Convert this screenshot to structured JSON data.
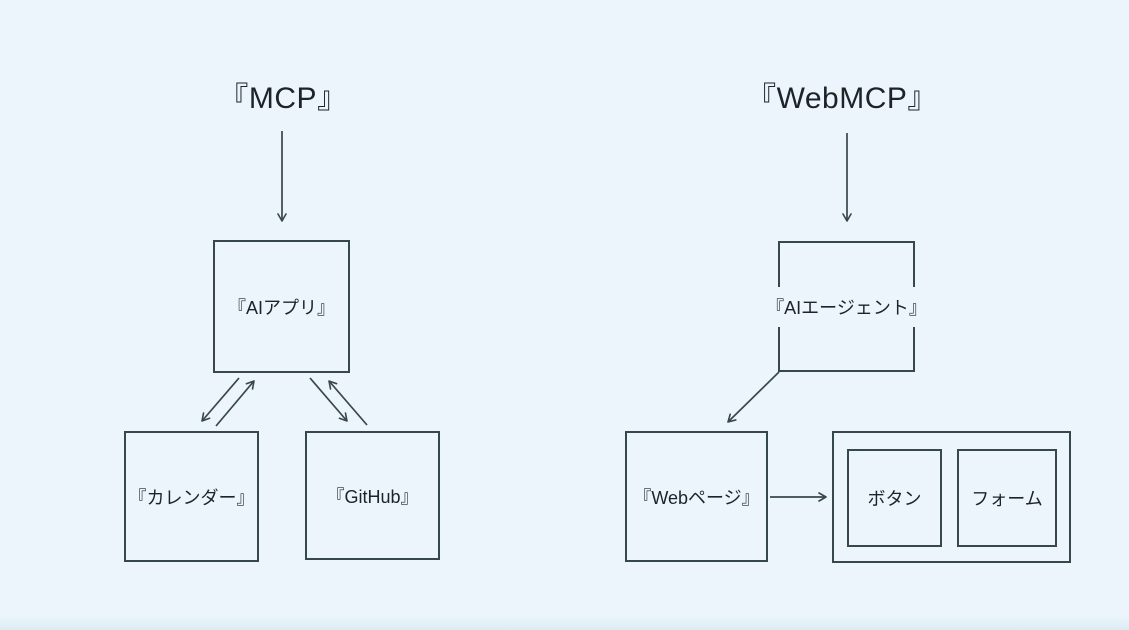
{
  "colors": {
    "background": "#ebf5fb",
    "background_bottom": "#dcebf4",
    "line": "#37474f",
    "text": "#1c2427"
  },
  "left_diagram": {
    "title": "『MCP』",
    "ai_app_label": "『AIアプリ』",
    "calendar_label": "『カレンダー』",
    "github_label": "『GitHub』"
  },
  "right_diagram": {
    "title": "『WebMCP』",
    "ai_agent_label": "『AIエージェント』",
    "webpage_label": "『Webページ』",
    "button_label": "ボタン",
    "form_label": "フォーム"
  }
}
